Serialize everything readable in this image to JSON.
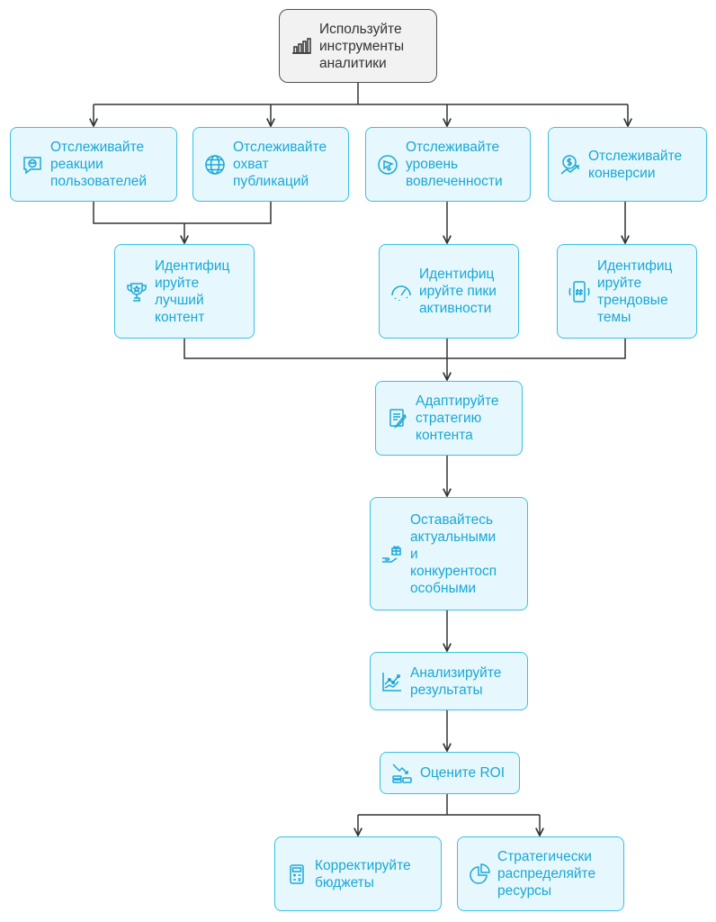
{
  "nodes": {
    "root": "Используйте\nинструменты\nаналитики",
    "track_reactions": "Отслеживайте\nреакции\nпользователей",
    "track_reach": "Отслеживайте\nохват\nпубликаций",
    "track_engagement": "Отслеживайте\nуровень\nвовлеченности",
    "track_conversions": "Отслеживайте\nконверсии",
    "best_content": "Идентифиц\nируйте\nлучший\nконтент",
    "peak_activity": "Идентифиц\nируйте пики\nактивности",
    "trending_topics": "Идентифиц\nируйте\nтрендовые\nтемы",
    "adapt_strategy": "Адаптируйте\nстратегию\nконтента",
    "stay_relevant": "Оставайтесь\nактуальными\nи\nконкурентосп\nособными",
    "analyze_results": "Анализируйте\nрезультаты",
    "evaluate_roi": "Оцените ROI",
    "adjust_budgets": "Корректируйте\nбюджеты",
    "allocate_resources": "Стратегически\nраспределяйте\nресурсы"
  },
  "colors": {
    "node_fill": "#e6f8fd",
    "node_border": "#3cbfe3",
    "node_text": "#1aa7d6",
    "root_fill": "#f2f2f2",
    "root_border": "#505050",
    "edge": "#333333"
  }
}
